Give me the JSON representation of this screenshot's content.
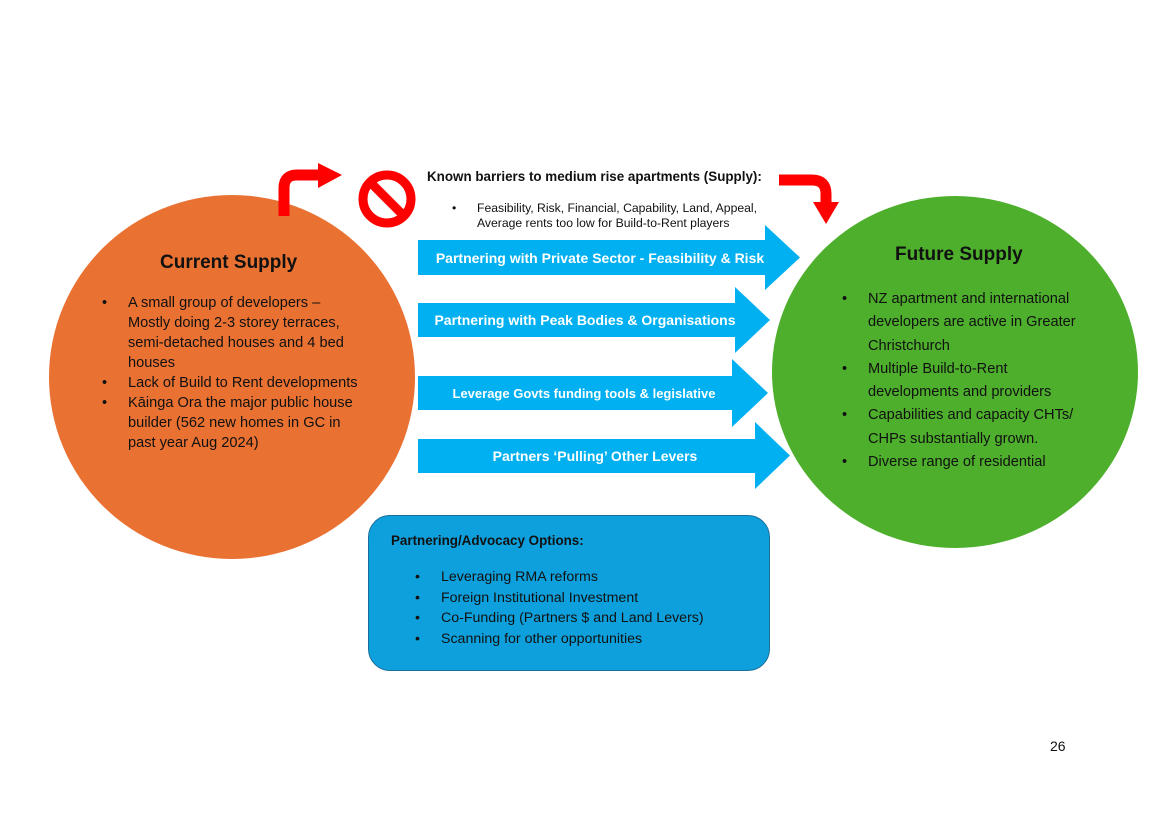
{
  "current_supply": {
    "title": "Current Supply",
    "items": [
      "A small group of developers – Mostly doing 2-3 storey terraces, semi-detached houses and 4 bed houses",
      "Lack of Build to Rent developments",
      "Kāinga Ora the major public house builder (562 new homes in GC in past year Aug 2024)"
    ]
  },
  "barriers": {
    "title": "Known barriers to medium rise apartments (Supply):",
    "items": [
      "Feasibility, Risk, Financial, Capability, Land, Appeal, Average rents too low for Build-to-Rent players"
    ]
  },
  "arrows": [
    "Partnering with Private Sector - Feasibility & Risk",
    "Partnering with Peak Bodies & Organisations",
    "Leverage Govts funding tools & legislative",
    "Partners ‘Pulling’ Other Levers"
  ],
  "future_supply": {
    "title": "Future Supply",
    "items": [
      "NZ apartment and international developers are active in Greater Christchurch",
      "Multiple Build-to-Rent developments and providers",
      "Capabilities and capacity CHTs/ CHPs substantially grown.",
      "Diverse range of residential"
    ]
  },
  "options": {
    "title": "Partnering/Advocacy Options:",
    "items": [
      "Leveraging RMA reforms",
      "Foreign Institutional Investment",
      "Co-Funding (Partners $ and Land Levers)",
      "Scanning for other opportunities"
    ]
  },
  "page_number": "26",
  "colors": {
    "current": "#e97132",
    "future": "#4daf2c",
    "arrow": "#00b0f0",
    "options_box": "#0ea0dc",
    "curved_arrow": "#ff0000"
  },
  "icons": {
    "prohibit": "no-entry-icon",
    "up_right_arrow": "bent-arrow-up-right-icon",
    "down_arrow": "bent-arrow-down-icon"
  }
}
